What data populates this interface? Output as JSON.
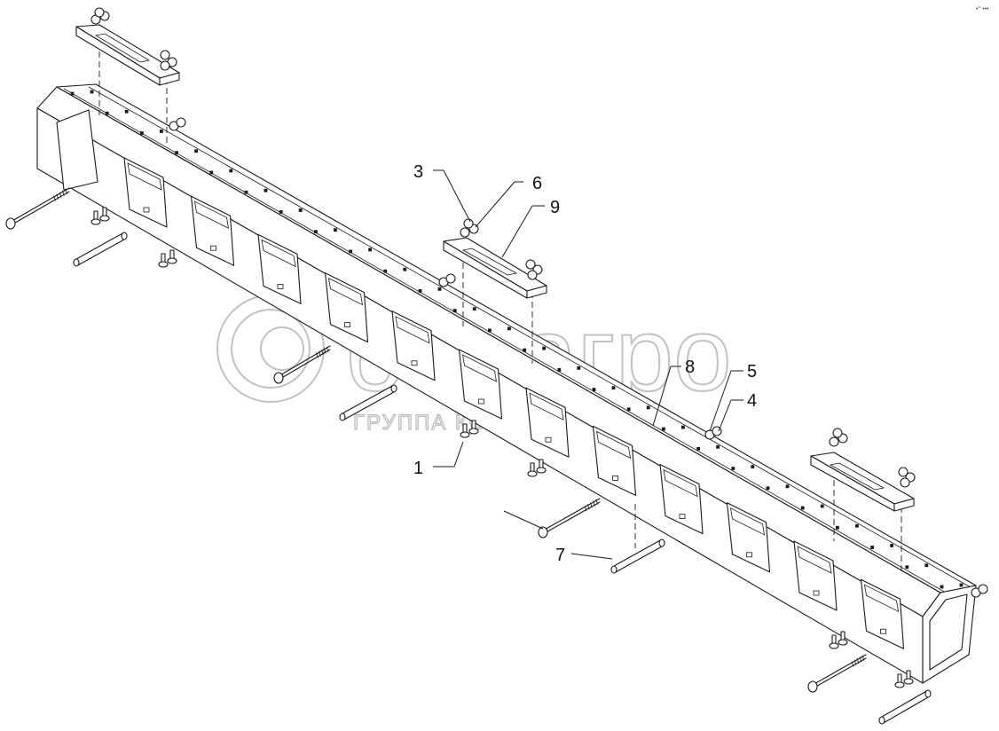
{
  "watermark": {
    "brand": "белагро",
    "tagline": "ГРУППА КОМПАНИЙ"
  },
  "corner_mark": "•° •••",
  "callouts": [
    {
      "id": "1",
      "label": "1"
    },
    {
      "id": "3",
      "label": "3"
    },
    {
      "id": "4",
      "label": "4"
    },
    {
      "id": "5",
      "label": "5"
    },
    {
      "id": "6",
      "label": "6"
    },
    {
      "id": "7",
      "label": "7"
    },
    {
      "id": "8",
      "label": "8"
    },
    {
      "id": "9",
      "label": "9"
    }
  ]
}
